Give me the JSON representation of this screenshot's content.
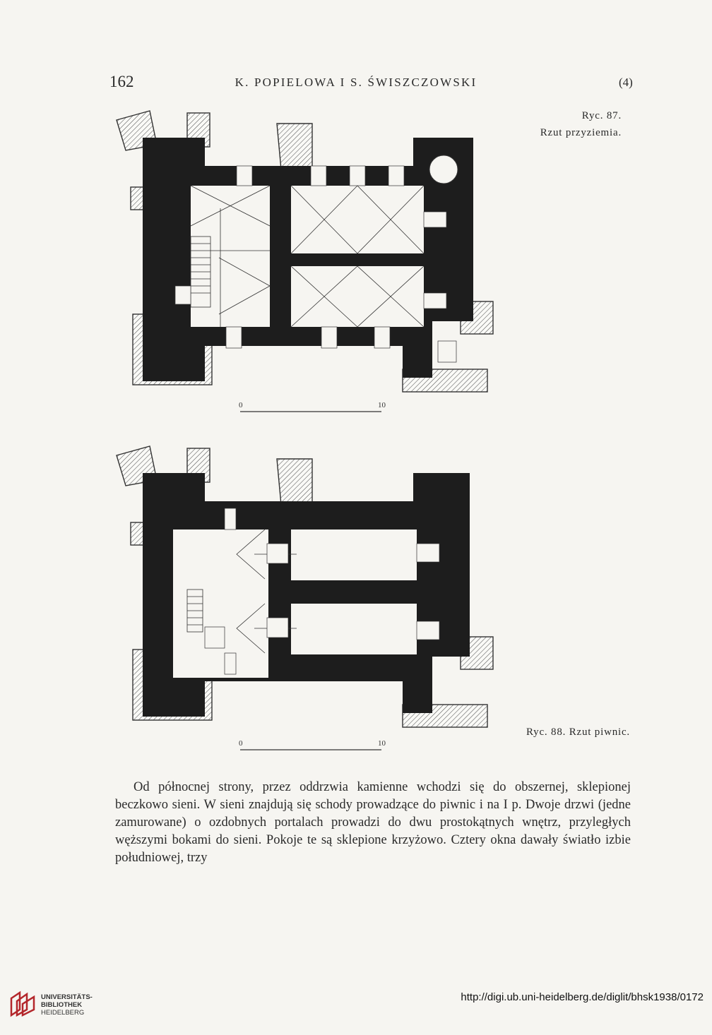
{
  "header": {
    "page_number": "162",
    "running_title": "K. POPIELOWA I S. ŚWISZCZOWSKI",
    "section": "(4)"
  },
  "figures": {
    "ground_floor": {
      "number": "Ryc. 87.",
      "title": "Rzut przyziemia."
    },
    "cellar": {
      "caption": "Ryc. 88.  Rzut piwnic."
    }
  },
  "scale_bar": {
    "start": "0",
    "end": "10"
  },
  "body_text": "Od północnej strony, przez oddrzwia kamienne wchodzi się do obszernej, sklepionej beczkowo sieni. W sieni znajdują się schody prowadzące do piwnic i na I p.  Dwoje drzwi (jedne zamurowane) o ozdobnych portalach prowadzi do dwu prostokątnych wnętrz, przyległych węższymi bokami do sieni.  Pokoje te są sklepione krzyżowo.  Cztery okna dawały światło izbie południowej, trzy",
  "footer": {
    "logo_line1": "UNIVERSITÄTS-",
    "logo_line2": "BIBLIOTHEK",
    "logo_line3": "HEIDELBERG",
    "url": "http://digi.ub.uni-heidelberg.de/diglit/bhsk1938/0172"
  }
}
